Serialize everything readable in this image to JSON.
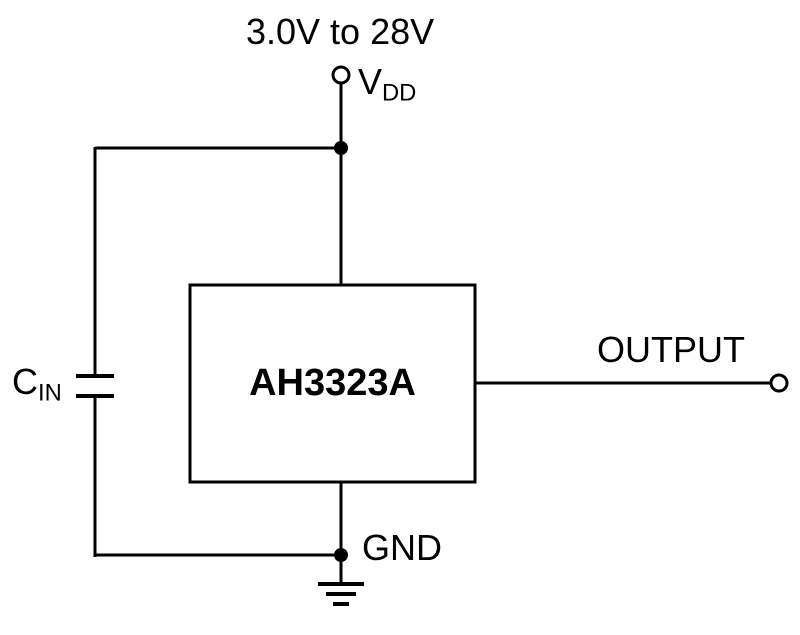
{
  "labels": {
    "supply_range": "3.0V to 28V",
    "vdd": {
      "main": "V",
      "sub": "DD"
    },
    "cin": {
      "main": "C",
      "sub": "IN"
    },
    "ic_name": "AH3323A",
    "output": "OUTPUT",
    "ground": "GND"
  },
  "colors": {
    "wire": "#000000",
    "background": "#ffffff"
  }
}
